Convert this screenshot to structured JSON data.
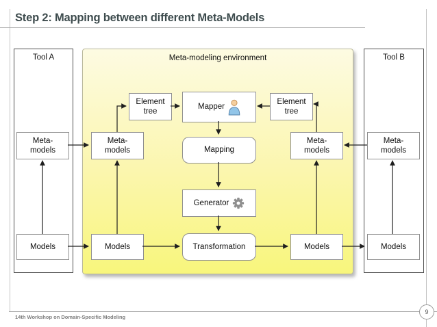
{
  "slide": {
    "title": "Step 2: Mapping between different Meta-Models",
    "footer": "14th Workshop on Domain-Specific Modeling",
    "page_number": "9"
  },
  "colors": {
    "title_text": "#3e4c4e",
    "env_gradient_top": "#fdfbe2",
    "env_gradient_bottom": "#f8f67c",
    "panel_border": "#4d4d4d",
    "node_border": "#8f8f8f",
    "arrow": "#1f1f1f",
    "gear_icon_gray": "#8f8f8f",
    "person_head_tan": "#f6cf9e",
    "person_body_blue": "#92c5e8"
  },
  "diagram": {
    "tool_a": {
      "title": "Tool A",
      "metamodels": "Meta-\nmodels",
      "models": "Models"
    },
    "environment": {
      "title": "Meta-modeling environment",
      "element_tree_left": "Element\ntree",
      "mapper": "Mapper",
      "element_tree_right": "Element\ntree",
      "metamodels_left": "Meta-\nmodels",
      "mapping": "Mapping",
      "metamodels_right": "Meta-\nmodels",
      "generator": "Generator",
      "models_left": "Models",
      "transformation": "Transformation",
      "models_right": "Models",
      "mapper_icon": "person-icon",
      "generator_icon": "gear-icon"
    },
    "tool_b": {
      "title": "Tool B",
      "metamodels": "Meta-\nmodels",
      "models": "Models"
    }
  }
}
